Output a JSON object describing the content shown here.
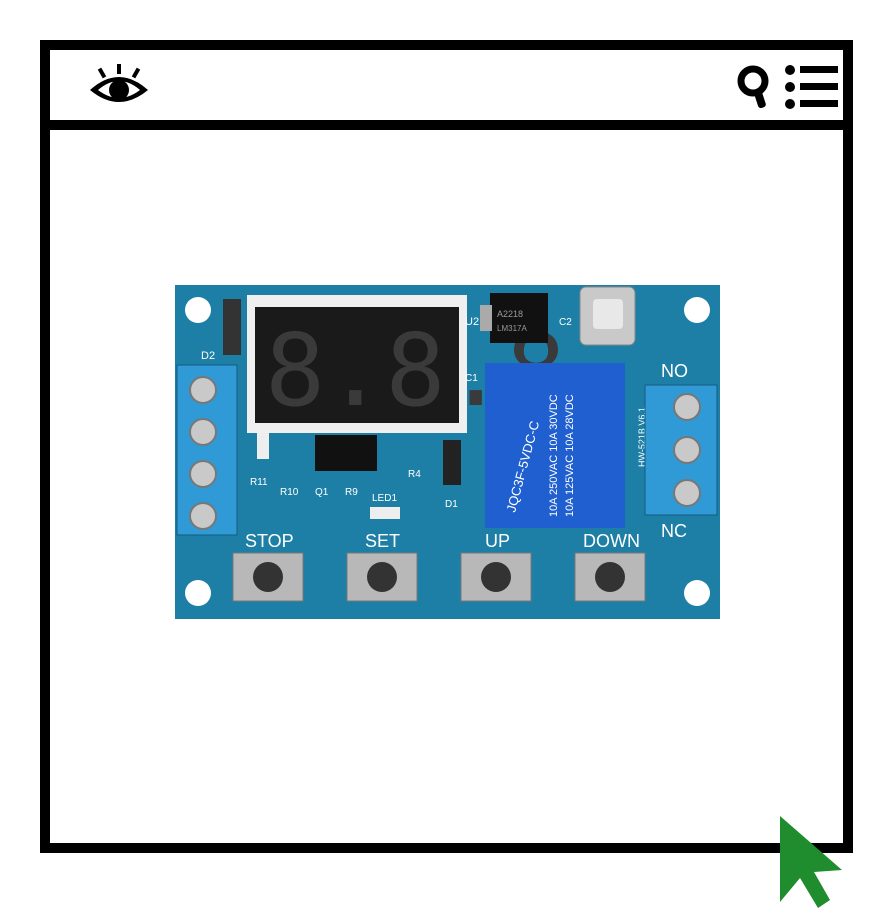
{
  "header": {
    "icons": [
      "eye-icon",
      "search-icon",
      "menu-icon"
    ]
  },
  "board": {
    "display": "8.8.8.",
    "buttons": [
      "STOP",
      "SET",
      "UP",
      "DOWN"
    ],
    "terminal_labels": [
      "NO",
      "NC"
    ],
    "relay_lines": [
      "JQC3F-5VDC-C",
      "10A 250VAC 10A 30VDC",
      "10A 125VAC 10A 28VDC"
    ],
    "model": "HW-521B V6.1",
    "component_labels": [
      "D2",
      "U2",
      "C2",
      "C1",
      "R11",
      "R10",
      "Q1",
      "R9",
      "LED1",
      "R4",
      "D1"
    ],
    "chip_text": [
      "A2218",
      "LM317A"
    ]
  },
  "colors": {
    "pcb": "#1e7fa6",
    "relay": "#1f5fcf",
    "terminal": "#2f9ad6",
    "cursor": "#1f8c2e",
    "frame": "#000000"
  },
  "cursor": {
    "icon": "cursor-arrow-icon"
  }
}
